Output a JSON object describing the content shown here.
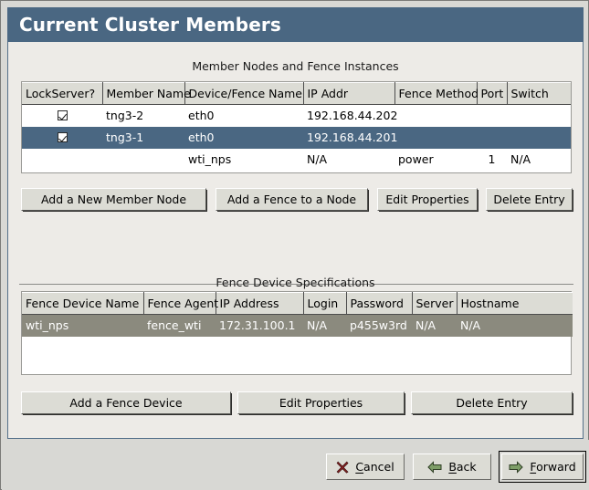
{
  "window": {
    "title": "Current Cluster Members",
    "accent_color": "#4a6782",
    "panel_color": "#edebe7",
    "frame_color": "#d8d8d4"
  },
  "members_section": {
    "caption": "Member Nodes and Fence Instances",
    "columns": [
      "LockServer?",
      "Member Name",
      "Device/Fence Name",
      "IP Addr",
      "Fence Method",
      "Port",
      "Switch"
    ],
    "rows": [
      {
        "lockserver": "checked",
        "member_name": "tng3-2",
        "device_fence_name": "eth0",
        "ip_addr": "192.168.44.202",
        "fence_method": "",
        "port": "",
        "switch": "",
        "selected": false
      },
      {
        "lockserver": "checked",
        "member_name": "tng3-1",
        "device_fence_name": "eth0",
        "ip_addr": "192.168.44.201",
        "fence_method": "",
        "port": "",
        "switch": "",
        "selected": true
      },
      {
        "lockserver": "",
        "member_name": "",
        "device_fence_name": "wti_nps",
        "ip_addr": "N/A",
        "fence_method": "power",
        "port": "1",
        "switch": "N/A",
        "selected": false
      }
    ],
    "selection_color": "#4a6782",
    "buttons": [
      "Add a New Member Node",
      "Add a Fence to a Node",
      "Edit Properties",
      "Delete Entry"
    ]
  },
  "fence_section": {
    "caption": "Fence Device Specifications",
    "columns": [
      "Fence Device Name",
      "Fence Agent",
      "IP Address",
      "Login",
      "Password",
      "Server",
      "Hostname"
    ],
    "rows": [
      {
        "fence_device_name": "wti_nps",
        "fence_agent": "fence_wti",
        "ip_address": "172.31.100.1",
        "login": "N/A",
        "password": "p455w3rd",
        "server": "N/A",
        "hostname": "N/A",
        "selected": true
      }
    ],
    "selection_color": "#8b8a7e",
    "buttons": [
      "Add a Fence Device",
      "Edit Properties",
      "Delete Entry"
    ]
  },
  "navigation": {
    "cancel": {
      "label_pre": "",
      "label_accel": "C",
      "label_post": "ancel",
      "icon": "cancel-x-icon",
      "icon_color": "#8b2222"
    },
    "back": {
      "label_pre": "",
      "label_accel": "B",
      "label_post": "ack",
      "icon": "arrow-left-icon",
      "icon_color": "#7e9e68"
    },
    "forward": {
      "label_pre": "",
      "label_accel": "F",
      "label_post": "orward",
      "icon": "arrow-right-icon",
      "icon_color": "#7e9e68",
      "focused": true
    }
  }
}
